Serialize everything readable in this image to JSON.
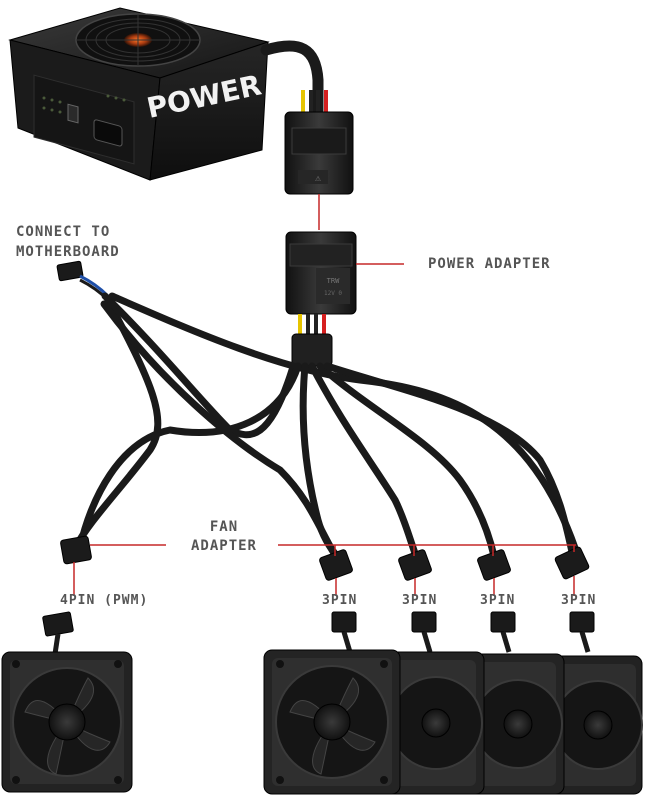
{
  "psu": {
    "brand_text": "POWER"
  },
  "labels": {
    "connect_line1": "CONNECT TO",
    "connect_line2": "MOTHERBOARD",
    "power_adapter": "POWER ADAPTER",
    "fan_adapter_line1": "FAN",
    "fan_adapter_line2": "ADAPTER",
    "pin4": "4PIN (PWM)",
    "pin3_a": "3PIN",
    "pin3_b": "3PIN",
    "pin3_c": "3PIN",
    "pin3_d": "3PIN"
  },
  "colors": {
    "leader_line": "#c62828",
    "cable": "#1a1a1a",
    "fan_frame": "#2b2b2b",
    "psu_body": "#1e1e1e",
    "label_text": "#555555"
  }
}
